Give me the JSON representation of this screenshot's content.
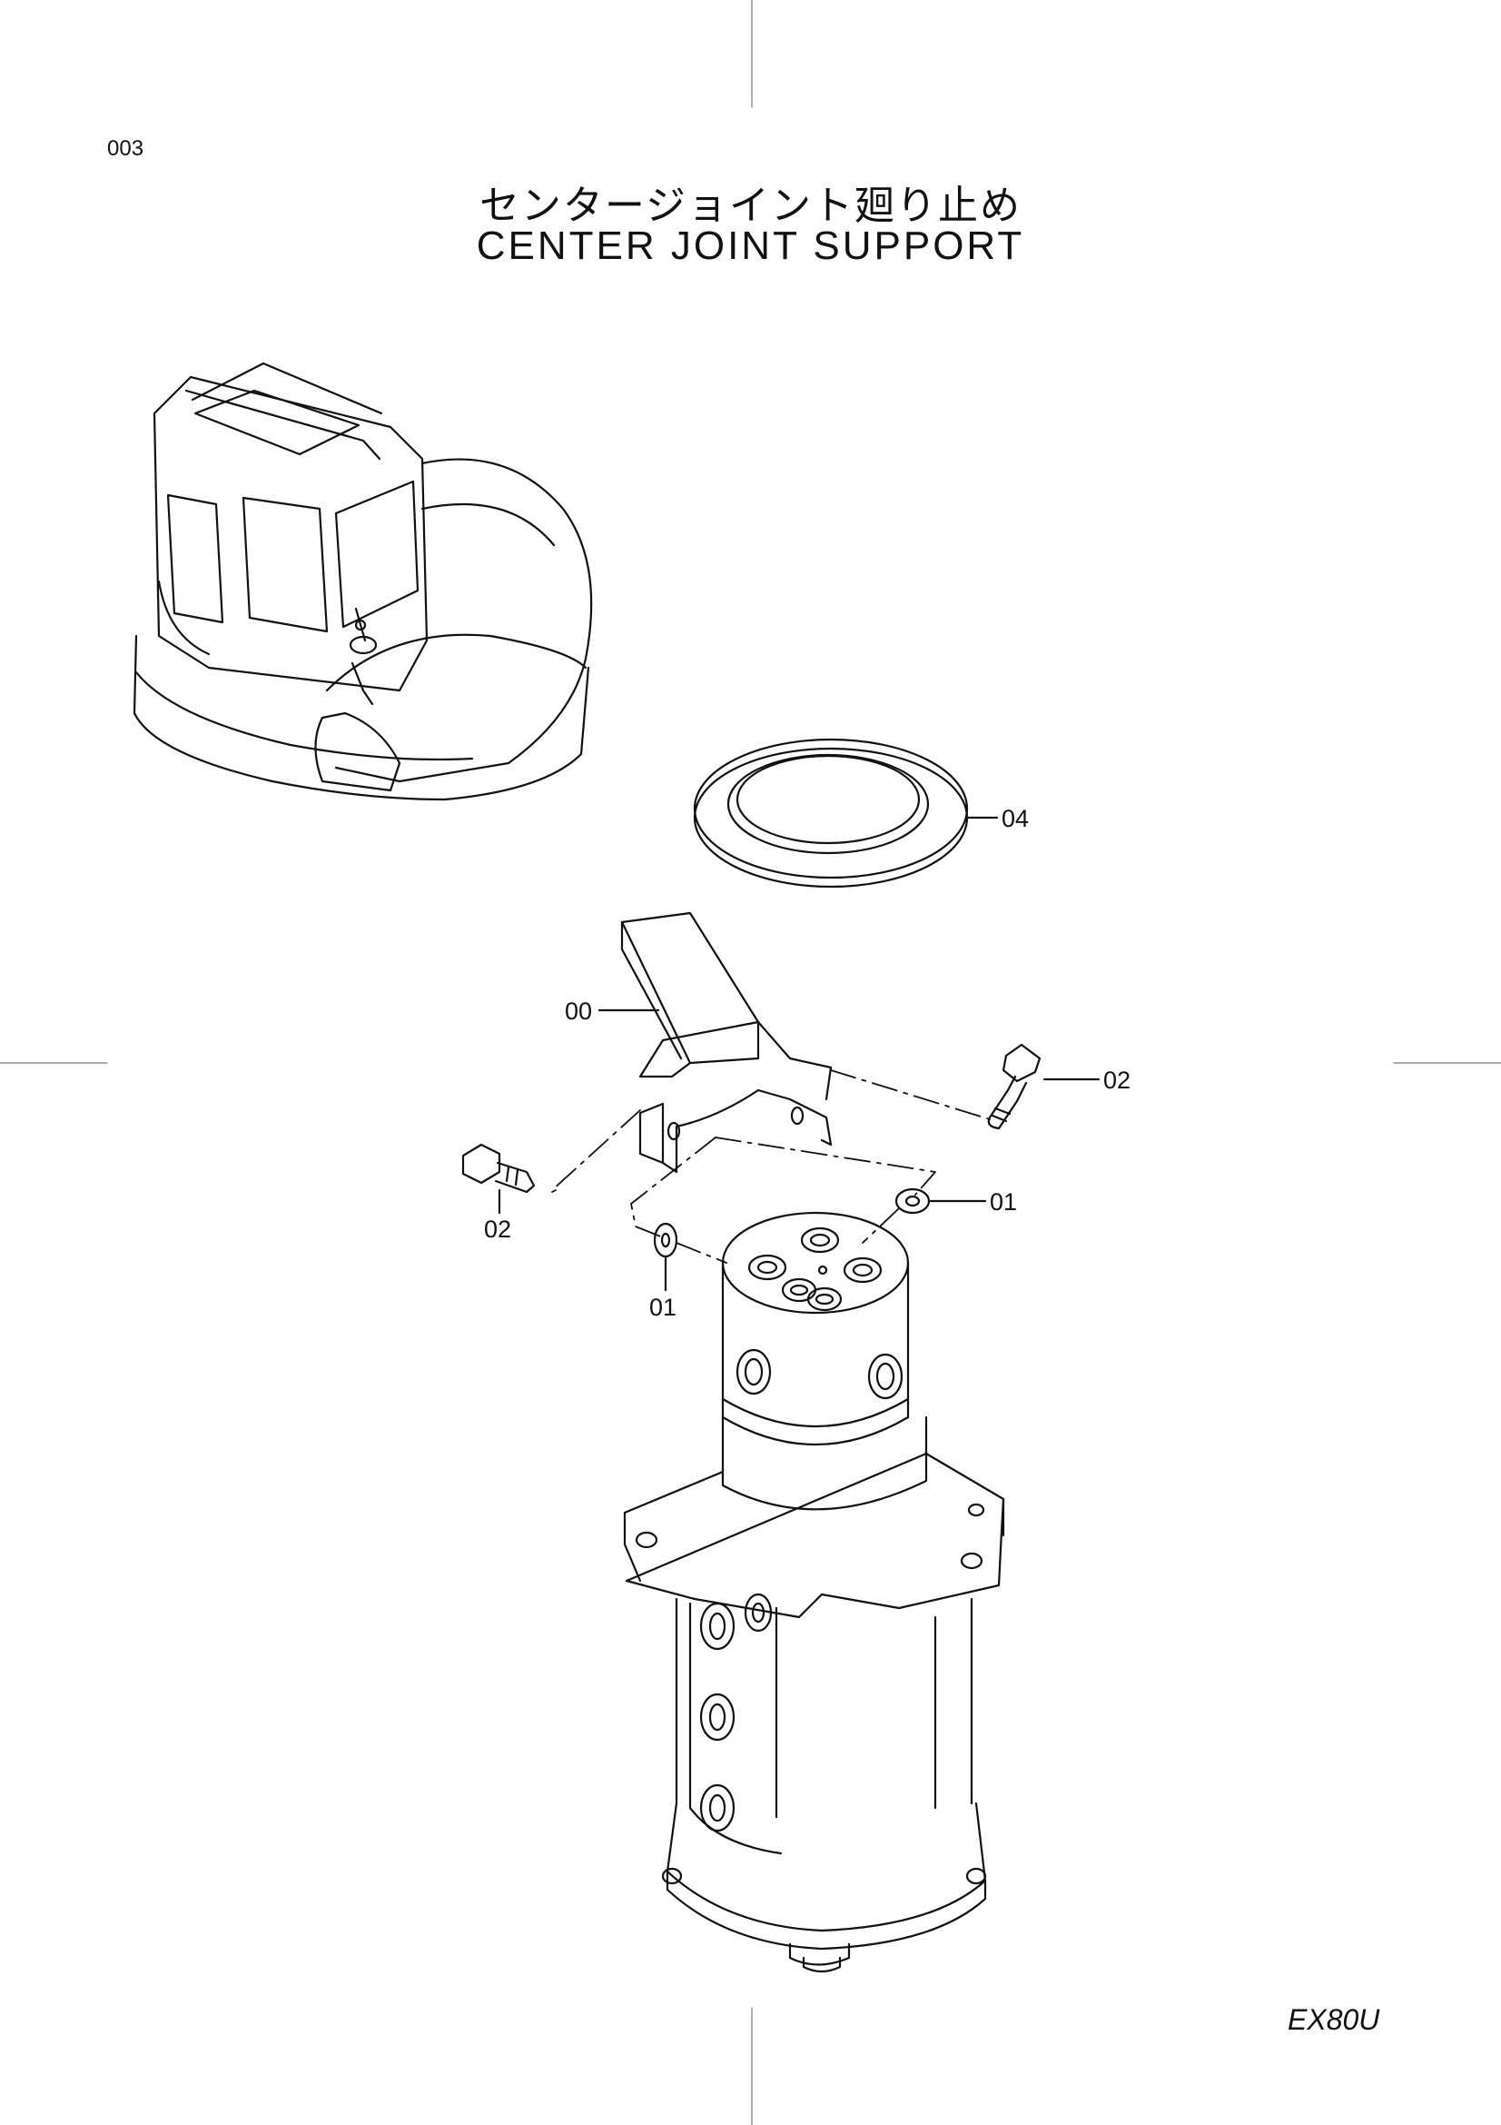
{
  "page": {
    "code": "003",
    "title_jp": "センタージョイント廻り止め",
    "title_en": "CENTER  JOINT  SUPPORT",
    "model": "EX80U"
  },
  "callouts": [
    {
      "id": "c04",
      "label": "04"
    },
    {
      "id": "c00",
      "label": "00"
    },
    {
      "id": "c02r",
      "label": "02"
    },
    {
      "id": "c02l",
      "label": "02"
    },
    {
      "id": "c01r",
      "label": "01"
    },
    {
      "id": "c01l",
      "label": "01"
    }
  ]
}
